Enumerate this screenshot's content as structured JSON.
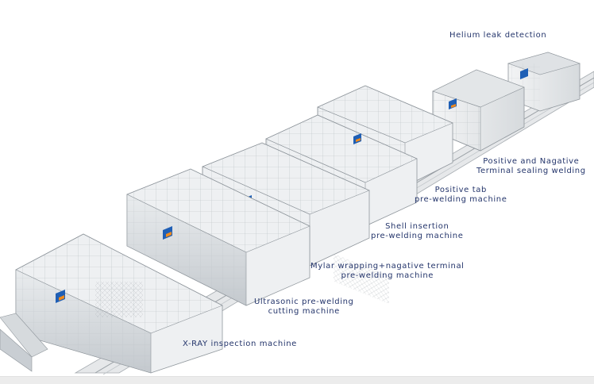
{
  "labels": {
    "helium": "Helium leak detection",
    "sealing_line1": "Positive and Nagative",
    "sealing_line2": "Terminal sealing welding",
    "tab_line1": "Positive tab",
    "tab_line2": "pre-welding machine",
    "shell_line1": "Shell insertion",
    "shell_line2": "pre-welding machine",
    "mylar_line1": "Mylar wrapping+nagative terminal",
    "mylar_line2": "pre-welding machine",
    "ultra_line1": "Ultrasonic pre-welding",
    "ultra_line2": "cutting machine",
    "xray": "X-RAY inspection machine"
  },
  "colors": {
    "label_text": "#24356b",
    "frame": "#8f969c",
    "panel_light": "#eef0f2",
    "panel_dark": "#c9ced3",
    "logo_blue": "#1f5fb5",
    "logo_orange": "#f08a1c"
  }
}
